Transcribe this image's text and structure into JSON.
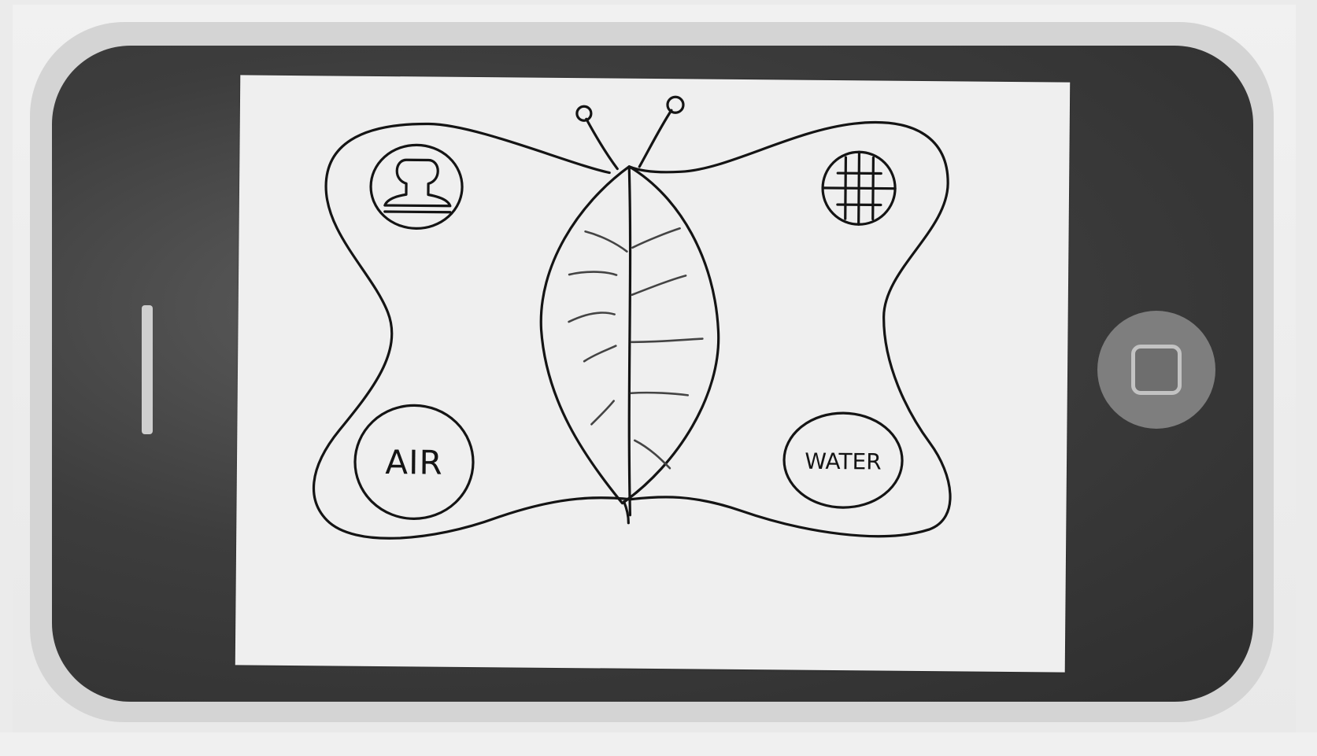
{
  "sketch": {
    "center_graphic": "butterfly-with-leaf-body",
    "wing_buttons": {
      "top_left": {
        "icon": "user-icon",
        "label": ""
      },
      "top_right": {
        "icon": "grid-globe-icon",
        "label": ""
      },
      "bottom_left": {
        "icon": "",
        "label": "AIR"
      },
      "bottom_right": {
        "icon": "",
        "label": "WATER"
      }
    }
  },
  "colors": {
    "ink": "#141414",
    "phone_body": "#3d3d3d",
    "screen": "#efefef",
    "home_button": "#7e7e7e"
  }
}
